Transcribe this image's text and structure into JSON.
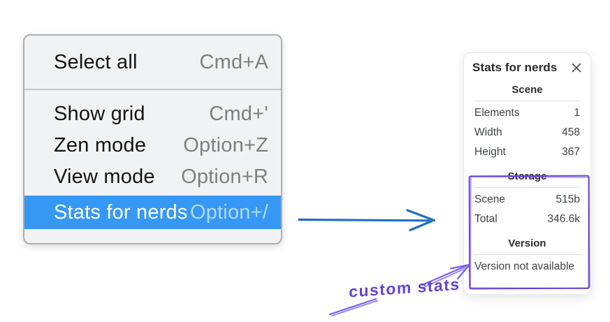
{
  "menu": {
    "sections": [
      {
        "items": [
          {
            "label": "Select all",
            "shortcut": "Cmd+A",
            "highlighted": false
          }
        ]
      },
      {
        "items": [
          {
            "label": "Show grid",
            "shortcut": "Cmd+'",
            "highlighted": false
          },
          {
            "label": "Zen mode",
            "shortcut": "Option+Z",
            "highlighted": false
          },
          {
            "label": "View mode",
            "shortcut": "Option+R",
            "highlighted": false
          },
          {
            "label": "Stats for nerds",
            "shortcut": "Option+/",
            "highlighted": true
          }
        ]
      }
    ]
  },
  "stats_panel": {
    "title": "Stats for nerds",
    "close_icon": "×",
    "sections": [
      {
        "heading": "Scene",
        "rows": [
          {
            "label": "Elements",
            "value": "1"
          },
          {
            "label": "Width",
            "value": "458"
          },
          {
            "label": "Height",
            "value": "367"
          }
        ]
      },
      {
        "heading": "Storage",
        "rows": [
          {
            "label": "Scene",
            "value": "515b"
          },
          {
            "label": "Total",
            "value": "346.6k"
          }
        ]
      },
      {
        "heading": "Version",
        "note": "Version not available"
      }
    ]
  },
  "annotations": {
    "custom_stats_label": "custom stats"
  },
  "colors": {
    "menu_highlight": "#3598f4",
    "menu_background": "#f1f2f3",
    "flow_arrow_blue": "#1d6fc4",
    "annotation_box_purple": "#6741d9",
    "annotation_stroke_purple": "#7b61ea",
    "annotation_text_purple": "#6342d6"
  }
}
